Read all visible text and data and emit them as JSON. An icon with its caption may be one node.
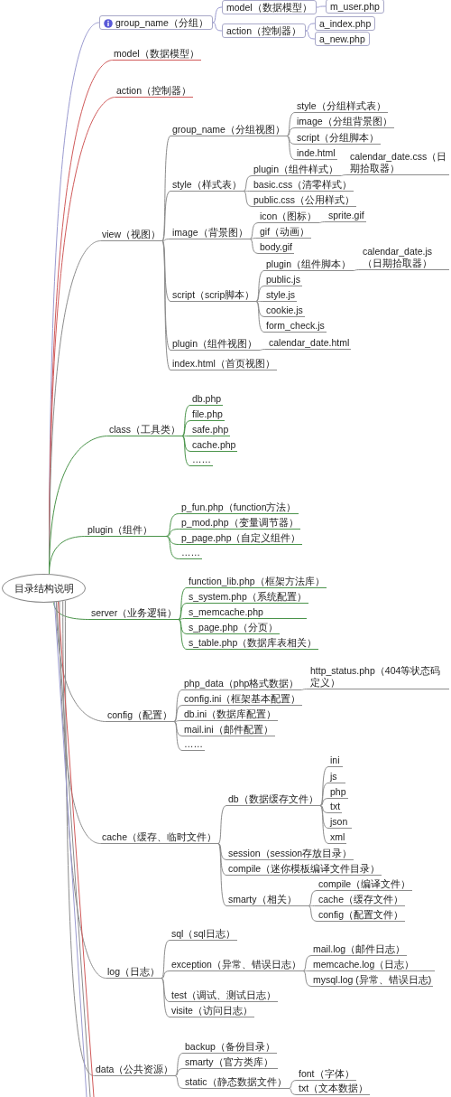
{
  "diagram": {
    "nodes": [
      {
        "text": [
          "目录结构说明"
        ]
      },
      {
        "text": [
          "group_name（分组）"
        ]
      },
      {
        "text": [
          "model（数据模型）"
        ]
      },
      {
        "text": [
          "m_user.php"
        ]
      },
      {
        "text": [
          "action（控制器）"
        ]
      },
      {
        "text": [
          "a_index.php"
        ]
      },
      {
        "text": [
          "a_new.php"
        ]
      },
      {
        "text": [
          "model（数据模型）"
        ]
      },
      {
        "text": [
          "action（控制器）"
        ]
      },
      {
        "text": [
          "view（视图）"
        ]
      },
      {
        "text": [
          "group_name（分组视图）"
        ]
      },
      {
        "text": [
          "style（分组样式表）"
        ]
      },
      {
        "text": [
          "image（分组背景图）"
        ]
      },
      {
        "text": [
          "script（分组脚本）"
        ]
      },
      {
        "text": [
          "inde.html"
        ]
      },
      {
        "text": [
          "style（样式表）"
        ]
      },
      {
        "text": [
          "plugin（组件样式）"
        ]
      },
      {
        "text": [
          "calendar_date.css（日期拾取器）"
        ]
      },
      {
        "text": [
          "basic.css（清零样式）"
        ]
      },
      {
        "text": [
          "public.css（公用样式）"
        ]
      },
      {
        "text": [
          "image（背景图）"
        ]
      },
      {
        "text": [
          "icon（图标）"
        ]
      },
      {
        "text": [
          "sprite.gif"
        ]
      },
      {
        "text": [
          "gif（动画）"
        ]
      },
      {
        "text": [
          "body.gif"
        ]
      },
      {
        "text": [
          "script（scrip脚本）"
        ]
      },
      {
        "text": [
          "plugin（组件脚本）"
        ]
      },
      {
        "text": [
          "calendar_date.js（日期拾取器）"
        ]
      },
      {
        "text": [
          "public.js"
        ]
      },
      {
        "text": [
          "style.js"
        ]
      },
      {
        "text": [
          "cookie.js"
        ]
      },
      {
        "text": [
          "form_check.js"
        ]
      },
      {
        "text": [
          "plugin（组件视图）"
        ]
      },
      {
        "text": [
          "calendar_date.html"
        ]
      },
      {
        "text": [
          "index.html（首页视图）"
        ]
      },
      {
        "text": [
          "class（工具类）"
        ]
      },
      {
        "text": [
          "db.php"
        ]
      },
      {
        "text": [
          "file.php"
        ]
      },
      {
        "text": [
          "safe.php"
        ]
      },
      {
        "text": [
          "cache.php"
        ]
      },
      {
        "text": [
          "……"
        ]
      },
      {
        "text": [
          "plugin（组件）"
        ]
      },
      {
        "text": [
          "p_fun.php（function方法）"
        ]
      },
      {
        "text": [
          "p_mod.php（变量调节器）"
        ]
      },
      {
        "text": [
          "p_page.php（自定义组件）"
        ]
      },
      {
        "text": [
          "……"
        ]
      },
      {
        "text": [
          "server（业务逻辑）"
        ]
      },
      {
        "text": [
          "function_lib.php（框架方法库）"
        ]
      },
      {
        "text": [
          "s_system.php（系统配置）"
        ]
      },
      {
        "text": [
          "s_memcache.php"
        ]
      },
      {
        "text": [
          "s_page.php（分页）"
        ]
      },
      {
        "text": [
          "s_table.php（数据库表相关）"
        ]
      },
      {
        "text": [
          "config（配置）"
        ]
      },
      {
        "text": [
          "php_data（php格式数据）"
        ]
      },
      {
        "text": [
          "http_status.php（404等状态码定义）"
        ]
      },
      {
        "text": [
          "config.ini（框架基本配置）"
        ]
      },
      {
        "text": [
          "db.ini（数据库配置）"
        ]
      },
      {
        "text": [
          "mail.ini（邮件配置）"
        ]
      },
      {
        "text": [
          "……"
        ]
      },
      {
        "text": [
          "cache（缓存、临时文件）"
        ]
      },
      {
        "text": [
          "db（数据缓存文件）"
        ]
      },
      {
        "text": [
          "ini"
        ]
      },
      {
        "text": [
          "js"
        ]
      },
      {
        "text": [
          "php"
        ]
      },
      {
        "text": [
          "txt"
        ]
      },
      {
        "text": [
          "json"
        ]
      },
      {
        "text": [
          "xml"
        ]
      },
      {
        "text": [
          "session（session存放目录）"
        ]
      },
      {
        "text": [
          "compile（迷你模板编译文件目录）"
        ]
      },
      {
        "text": [
          "smarty（相关）"
        ]
      },
      {
        "text": [
          "compile（编译文件）"
        ]
      },
      {
        "text": [
          "cache（缓存文件）"
        ]
      },
      {
        "text": [
          "config（配置文件）"
        ]
      },
      {
        "text": [
          "log（日志）"
        ]
      },
      {
        "text": [
          "sql（sql日志）"
        ]
      },
      {
        "text": [
          "exception（异常、错误日志）"
        ]
      },
      {
        "text": [
          "mail.log（邮件日志）"
        ]
      },
      {
        "text": [
          "memcache.log（日志）"
        ]
      },
      {
        "text": [
          "mysql.log (异常、错误日志)"
        ]
      },
      {
        "text": [
          "test（调试、测试日志）"
        ]
      },
      {
        "text": [
          "visite（访问日志）"
        ]
      },
      {
        "text": [
          "data（公共资源）"
        ]
      },
      {
        "text": [
          "backup（备份目录）"
        ]
      },
      {
        "text": [
          "smarty（官方类库）"
        ]
      },
      {
        "text": [
          "static（静态数据文件）"
        ]
      },
      {
        "text": [
          "font（字体）"
        ]
      },
      {
        "text": [
          "txt（文本数据）"
        ]
      }
    ],
    "edges": [
      {
        "from": 0,
        "to": 1,
        "arrow": "none",
        "color": "#9a9ad0"
      },
      {
        "from": 1,
        "to": 2,
        "arrow": "none",
        "color": "#9a9ad0"
      },
      {
        "from": 2,
        "to": 3,
        "arrow": "none",
        "color": "#9a9ad0"
      },
      {
        "from": 1,
        "to": 4,
        "arrow": "none",
        "color": "#9a9ad0"
      },
      {
        "from": 4,
        "to": 5,
        "arrow": "none",
        "color": "#9a9ad0"
      },
      {
        "from": 4,
        "to": 6,
        "arrow": "none",
        "color": "#9a9ad0"
      },
      {
        "from": 0,
        "to": 7,
        "arrow": "none",
        "color": "#d05a5a"
      },
      {
        "from": 0,
        "to": 8,
        "arrow": "none",
        "color": "#d05a5a"
      },
      {
        "from": 0,
        "to": 9,
        "arrow": "none"
      },
      {
        "from": 9,
        "to": 10,
        "arrow": "none"
      },
      {
        "from": 10,
        "to": 11,
        "arrow": "none"
      },
      {
        "from": 10,
        "to": 12,
        "arrow": "none"
      },
      {
        "from": 10,
        "to": 13,
        "arrow": "none"
      },
      {
        "from": 10,
        "to": 14,
        "arrow": "none"
      },
      {
        "from": 9,
        "to": 15,
        "arrow": "none"
      },
      {
        "from": 15,
        "to": 16,
        "arrow": "none"
      },
      {
        "from": 16,
        "to": 17,
        "arrow": "none"
      },
      {
        "from": 15,
        "to": 18,
        "arrow": "none"
      },
      {
        "from": 15,
        "to": 19,
        "arrow": "none"
      },
      {
        "from": 9,
        "to": 20,
        "arrow": "none"
      },
      {
        "from": 20,
        "to": 21,
        "arrow": "none"
      },
      {
        "from": 21,
        "to": 22,
        "arrow": "none"
      },
      {
        "from": 20,
        "to": 23,
        "arrow": "none"
      },
      {
        "from": 20,
        "to": 24,
        "arrow": "none"
      },
      {
        "from": 9,
        "to": 25,
        "arrow": "none"
      },
      {
        "from": 25,
        "to": 26,
        "arrow": "none"
      },
      {
        "from": 26,
        "to": 27,
        "arrow": "none"
      },
      {
        "from": 25,
        "to": 28,
        "arrow": "none"
      },
      {
        "from": 25,
        "to": 29,
        "arrow": "none"
      },
      {
        "from": 25,
        "to": 30,
        "arrow": "none"
      },
      {
        "from": 25,
        "to": 31,
        "arrow": "none"
      },
      {
        "from": 9,
        "to": 32,
        "arrow": "none"
      },
      {
        "from": 32,
        "to": 33,
        "arrow": "none"
      },
      {
        "from": 9,
        "to": 34,
        "arrow": "none"
      },
      {
        "from": 0,
        "to": 35,
        "arrow": "none",
        "color": "#4a944a"
      },
      {
        "from": 35,
        "to": 36,
        "arrow": "none",
        "color": "#4a944a"
      },
      {
        "from": 35,
        "to": 37,
        "arrow": "none",
        "color": "#4a944a"
      },
      {
        "from": 35,
        "to": 38,
        "arrow": "none",
        "color": "#4a944a"
      },
      {
        "from": 35,
        "to": 39,
        "arrow": "none",
        "color": "#4a944a"
      },
      {
        "from": 35,
        "to": 40,
        "arrow": "none",
        "color": "#4a944a"
      },
      {
        "from": 0,
        "to": 41,
        "arrow": "none",
        "color": "#4a944a"
      },
      {
        "from": 41,
        "to": 42,
        "arrow": "none",
        "color": "#4a944a"
      },
      {
        "from": 41,
        "to": 43,
        "arrow": "none",
        "color": "#4a944a"
      },
      {
        "from": 41,
        "to": 44,
        "arrow": "none",
        "color": "#4a944a"
      },
      {
        "from": 41,
        "to": 45,
        "arrow": "none",
        "color": "#4a944a"
      },
      {
        "from": 0,
        "to": 46,
        "arrow": "none",
        "color": "#4a944a"
      },
      {
        "from": 46,
        "to": 47,
        "arrow": "none",
        "color": "#4a944a"
      },
      {
        "from": 46,
        "to": 48,
        "arrow": "none",
        "color": "#4a944a"
      },
      {
        "from": 46,
        "to": 49,
        "arrow": "none",
        "color": "#4a944a"
      },
      {
        "from": 46,
        "to": 50,
        "arrow": "none",
        "color": "#4a944a"
      },
      {
        "from": 46,
        "to": 51,
        "arrow": "none",
        "color": "#4a944a"
      },
      {
        "from": 0,
        "to": 52,
        "arrow": "none"
      },
      {
        "from": 52,
        "to": 53,
        "arrow": "none"
      },
      {
        "from": 53,
        "to": 54,
        "arrow": "none"
      },
      {
        "from": 52,
        "to": 55,
        "arrow": "none"
      },
      {
        "from": 52,
        "to": 56,
        "arrow": "none"
      },
      {
        "from": 52,
        "to": 57,
        "arrow": "none"
      },
      {
        "from": 52,
        "to": 58,
        "arrow": "none"
      },
      {
        "from": 0,
        "to": 59,
        "arrow": "none"
      },
      {
        "from": 59,
        "to": 60,
        "arrow": "none"
      },
      {
        "from": 60,
        "to": 61,
        "arrow": "none"
      },
      {
        "from": 60,
        "to": 62,
        "arrow": "none"
      },
      {
        "from": 60,
        "to": 63,
        "arrow": "none"
      },
      {
        "from": 60,
        "to": 64,
        "arrow": "none"
      },
      {
        "from": 60,
        "to": 65,
        "arrow": "none"
      },
      {
        "from": 60,
        "to": 66,
        "arrow": "none"
      },
      {
        "from": 59,
        "to": 67,
        "arrow": "none"
      },
      {
        "from": 59,
        "to": 68,
        "arrow": "none"
      },
      {
        "from": 59,
        "to": 69,
        "arrow": "none"
      },
      {
        "from": 69,
        "to": 70,
        "arrow": "none"
      },
      {
        "from": 69,
        "to": 71,
        "arrow": "none"
      },
      {
        "from": 69,
        "to": 72,
        "arrow": "none"
      },
      {
        "from": 0,
        "to": 73,
        "arrow": "none"
      },
      {
        "from": 73,
        "to": 74,
        "arrow": "none"
      },
      {
        "from": 73,
        "to": 75,
        "arrow": "none"
      },
      {
        "from": 75,
        "to": 76,
        "arrow": "none"
      },
      {
        "from": 75,
        "to": 77,
        "arrow": "none"
      },
      {
        "from": 75,
        "to": 78,
        "arrow": "none"
      },
      {
        "from": 73,
        "to": 79,
        "arrow": "none"
      },
      {
        "from": 73,
        "to": 80,
        "arrow": "none"
      },
      {
        "from": 0,
        "to": 81,
        "arrow": "none"
      },
      {
        "from": 81,
        "to": 82,
        "arrow": "none"
      },
      {
        "from": 81,
        "to": 83,
        "arrow": "none"
      },
      {
        "from": 81,
        "to": 84,
        "arrow": "none"
      },
      {
        "from": 84,
        "to": 85,
        "arrow": "none"
      },
      {
        "from": 84,
        "to": 86,
        "arrow": "none"
      }
    ]
  }
}
